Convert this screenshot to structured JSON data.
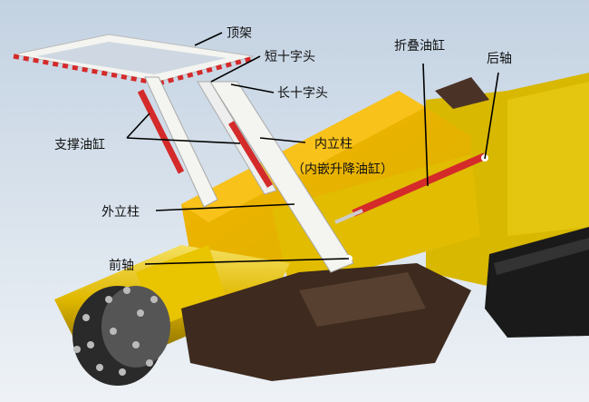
{
  "labels": {
    "top_frame": "顶架",
    "short_cross_head": "短十字头",
    "long_cross_head": "长十字头",
    "folding_cylinder": "折叠油缸",
    "rear_axle": "后轴",
    "support_cylinder": "支撑油缸",
    "inner_column": "内立柱",
    "inner_column_note": "（内嵌升降油缸）",
    "outer_column": "外立柱",
    "front_axle": "前轴"
  },
  "colors": {
    "body_yellow": "#f2c400",
    "cylinder_red": "#d42a2a",
    "frame_white": "#f4f4f0",
    "shovel_brown": "#3e2a1e",
    "track_black": "#1a1a1a"
  }
}
